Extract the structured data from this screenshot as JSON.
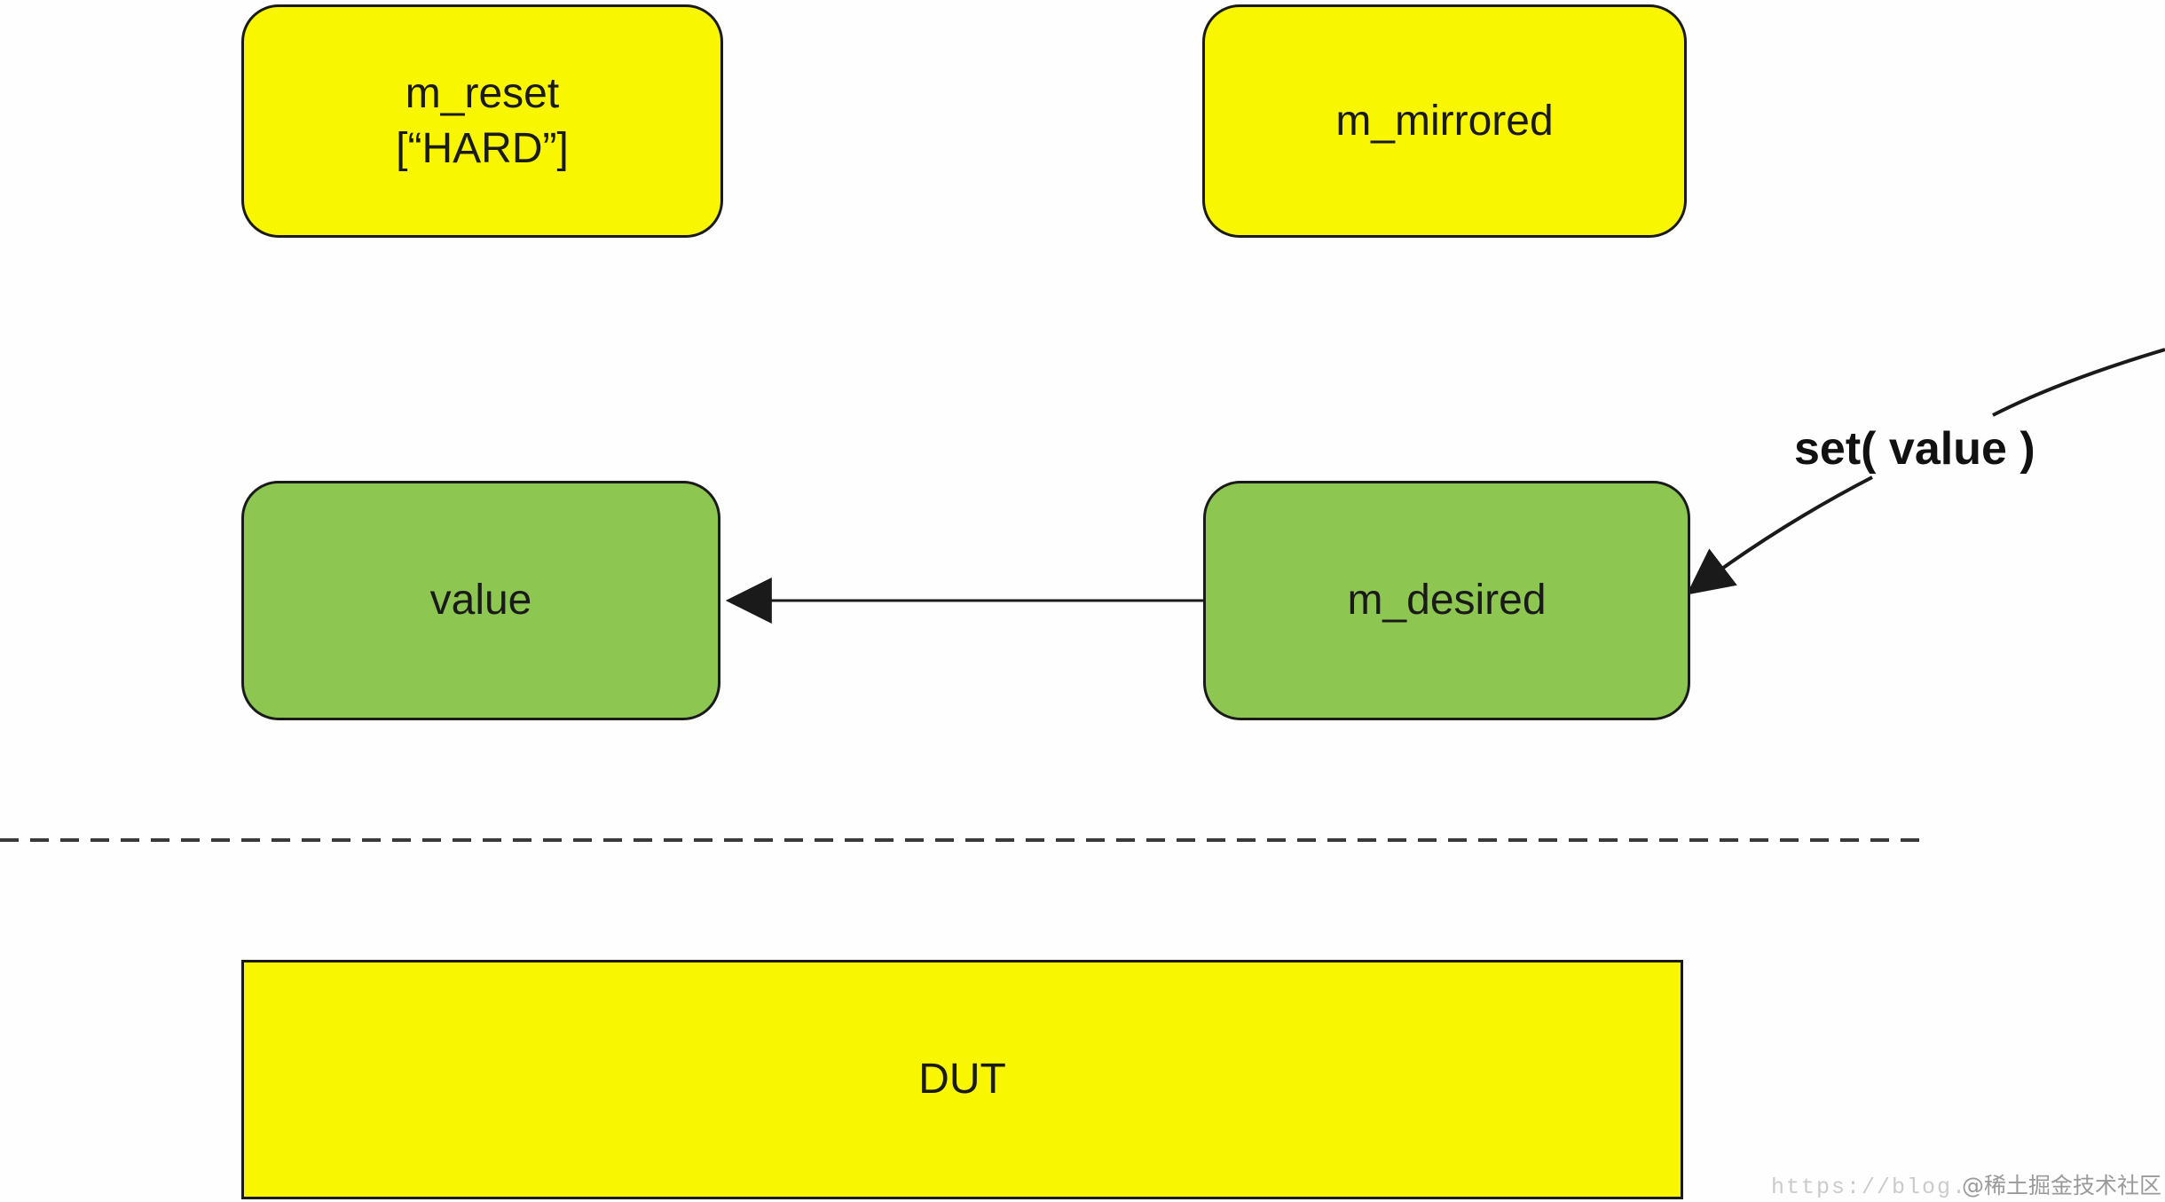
{
  "nodes": {
    "m_reset": {
      "line1": "m_reset",
      "line2": "[“HARD”]"
    },
    "m_mirrored": {
      "label": "m_mirrored"
    },
    "value": {
      "label": "value"
    },
    "m_desired": {
      "label": "m_desired"
    },
    "dut": {
      "label": "DUT"
    }
  },
  "annotations": {
    "set_call": "set( value )"
  },
  "watermark": {
    "url": "https://blog.",
    "badge": "@稀土掘金技术社区"
  },
  "colors": {
    "node_yellow": "#f8f600",
    "node_green": "#8dc751",
    "outline": "#1a1a1a",
    "arrow": "#1a1a1a",
    "dashed_separator": "#3a3a3a",
    "watermark_url": "#cbcbcb",
    "watermark_badge": "#9a9a9a"
  }
}
